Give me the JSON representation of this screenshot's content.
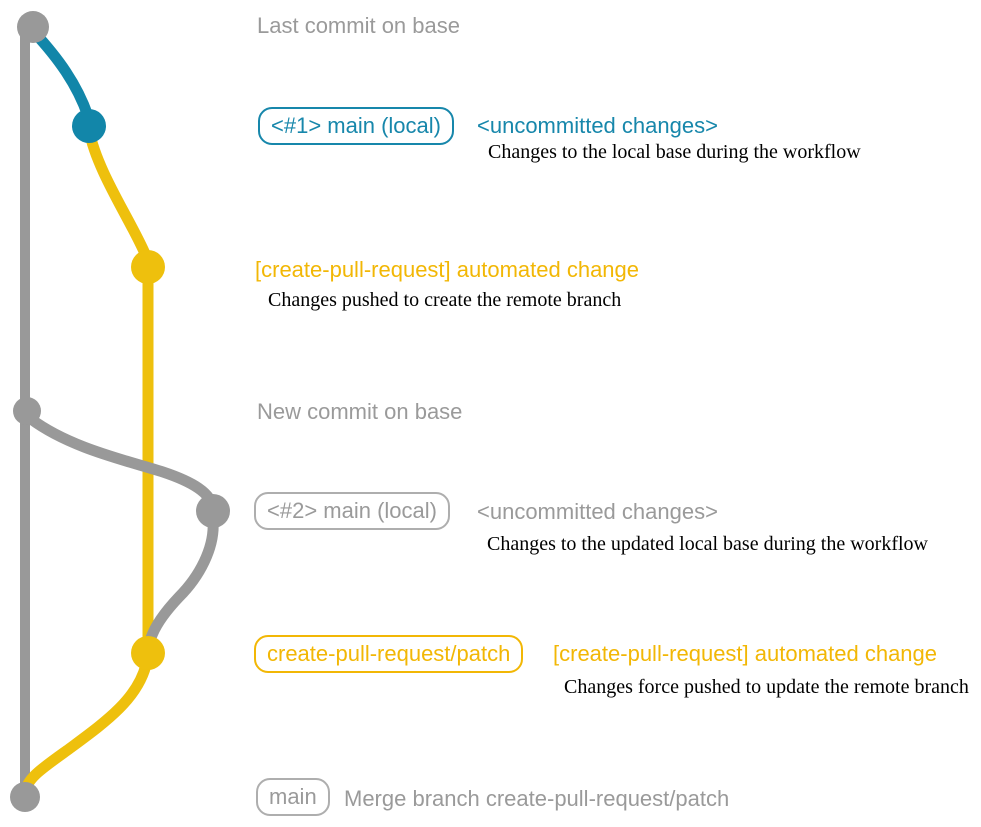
{
  "colors": {
    "gray": "#999999",
    "gray_text": "#9a9a9a",
    "gray_border": "#aeaeae",
    "blue": "#1286a9",
    "blue_text": "#1787ab",
    "yellow": "#eec00d",
    "yellow_text": "#f2b705",
    "caption_text": "#000000"
  },
  "rows": {
    "last_commit": {
      "label": "Last commit on base"
    },
    "local1": {
      "badge": "<#1> main (local)",
      "message": "<uncommitted changes>",
      "caption": "Changes to the local base during the workflow"
    },
    "automated1": {
      "message": "[create-pull-request] automated change",
      "caption": "Changes pushed to create the remote branch"
    },
    "new_commit": {
      "label": "New commit on base"
    },
    "local2": {
      "badge": "<#2> main (local)",
      "message": "<uncommitted changes>",
      "caption": "Changes to the updated local base during the workflow"
    },
    "automated2": {
      "badge": "create-pull-request/patch",
      "message": "[create-pull-request] automated change",
      "caption": "Changes force pushed to update the remote branch"
    },
    "merge": {
      "badge": "main",
      "message": "Merge branch create-pull-request/patch"
    }
  }
}
